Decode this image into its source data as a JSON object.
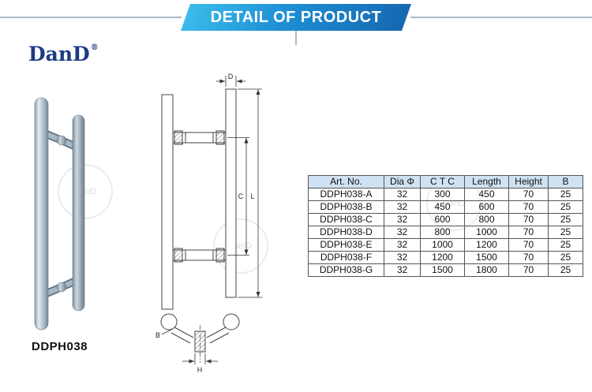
{
  "banner": {
    "title": "DETAIL OF PRODUCT"
  },
  "logo": {
    "text": "DanD",
    "reg": "®"
  },
  "product": {
    "model": "DDPH038"
  },
  "diagram": {
    "labels": {
      "d": "D",
      "c": "C",
      "l": "L",
      "b": "B",
      "h": "H"
    }
  },
  "table": {
    "headers": [
      "Art. No.",
      "Dia Φ",
      "C T C",
      "Length",
      "Height",
      "B"
    ],
    "rows": [
      [
        "DDPH038-A",
        "32",
        "300",
        "450",
        "70",
        "25"
      ],
      [
        "DDPH038-B",
        "32",
        "450",
        "600",
        "70",
        "25"
      ],
      [
        "DDPH038-C",
        "32",
        "600",
        "800",
        "70",
        "25"
      ],
      [
        "DDPH038-D",
        "32",
        "800",
        "1000",
        "70",
        "25"
      ],
      [
        "DDPH038-E",
        "32",
        "1000",
        "1200",
        "70",
        "25"
      ],
      [
        "DDPH038-F",
        "32",
        "1200",
        "1500",
        "70",
        "25"
      ],
      [
        "DDPH038-G",
        "32",
        "1500",
        "1800",
        "70",
        "25"
      ]
    ]
  },
  "colors": {
    "banner_gradient_start": "#3fc0ec",
    "banner_gradient_end": "#1465ad",
    "logo_blue": "#1d3a86",
    "table_header_bg": "#cfe2f4"
  }
}
